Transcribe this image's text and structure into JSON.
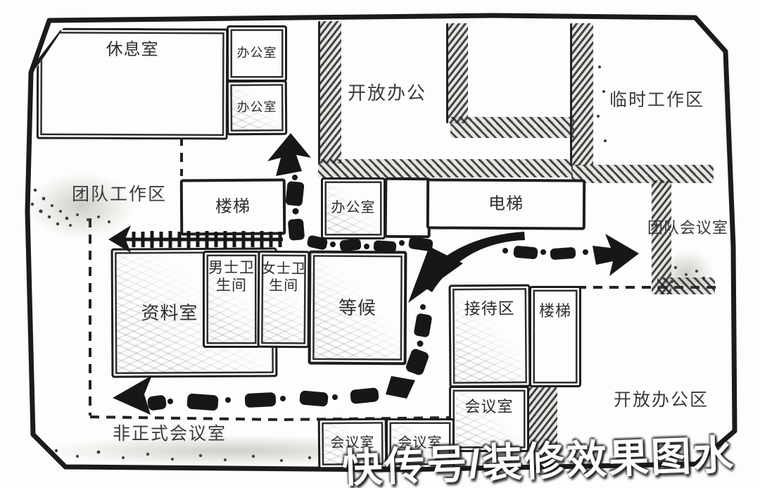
{
  "diagram": {
    "kind": "hand-drawn office floor plan sketch",
    "colors": {
      "ink": "#1c1c1c",
      "paper": "#fdfdfb",
      "pencil_gray": "#9a968f"
    }
  },
  "rooms": {
    "lounge": {
      "label": "休息室"
    },
    "office_top_1": {
      "label": "办公室"
    },
    "office_top_2": {
      "label": "办公室"
    },
    "stairs_left": {
      "label": "楼梯"
    },
    "office_mid": {
      "label": "办公室"
    },
    "elevator": {
      "label": "电梯"
    },
    "archive": {
      "label": "资料室"
    },
    "mens_restroom": {
      "label": "男士卫生间"
    },
    "womens_restroom": {
      "label": "女士卫生间"
    },
    "waiting": {
      "label": "等候"
    },
    "reception": {
      "label": "接待区"
    },
    "stairs_right": {
      "label": "楼梯"
    },
    "meeting_mid": {
      "label": "会议室"
    },
    "meeting_bottom_1": {
      "label": "会议室"
    },
    "meeting_bottom_2": {
      "label": "会议室"
    }
  },
  "areas": {
    "open_office_top": {
      "label": "开放办公"
    },
    "temp_work_area": {
      "label": "临时工作区"
    },
    "team_work_area": {
      "label": "团队工作区"
    },
    "team_meeting_room": {
      "label": "团队会议室"
    },
    "open_office_area": {
      "label": "开放办公区"
    },
    "informal_meeting_room": {
      "label": "非正式会议室"
    }
  },
  "circulation": {
    "arrows": [
      {
        "name": "up-arrow",
        "direction": "up"
      },
      {
        "name": "ticked-left-arrow",
        "direction": "left"
      },
      {
        "name": "right-dashed-arrow",
        "direction": "right"
      },
      {
        "name": "curved-swoosh-arrow",
        "direction": "down-left"
      },
      {
        "name": "bottom-left-arrow",
        "direction": "left"
      }
    ]
  },
  "watermark": {
    "text": "快传号/装修效果图水"
  }
}
